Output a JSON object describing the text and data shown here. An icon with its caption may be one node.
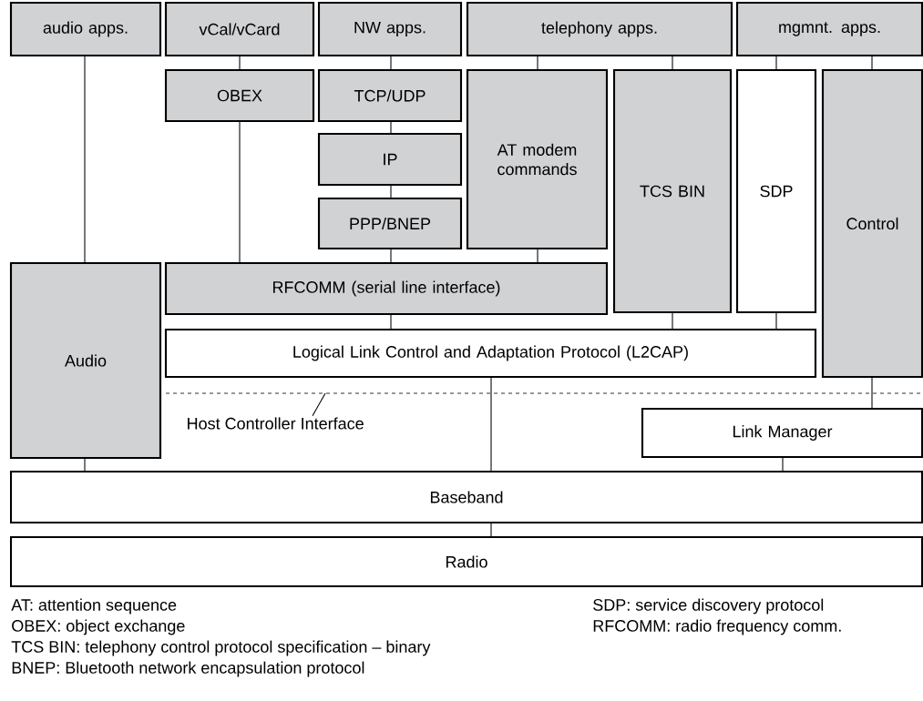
{
  "diagram": {
    "nodes": [
      {
        "text": [
          "audio apps."
        ]
      },
      {
        "text": [
          "vCal/vCard"
        ]
      },
      {
        "text": [
          "NW apps."
        ]
      },
      {
        "text": [
          "telephony apps."
        ]
      },
      {
        "text": [
          "mgmnt. apps."
        ]
      },
      {
        "text": [
          "OBEX"
        ]
      },
      {
        "text": [
          "TCP/UDP"
        ]
      },
      {
        "text": [
          "AT modem commands"
        ]
      },
      {
        "text": [
          "TCS BIN"
        ]
      },
      {
        "text": [
          "SDP"
        ]
      },
      {
        "text": [
          "Control"
        ]
      },
      {
        "text": [
          "IP"
        ]
      },
      {
        "text": [
          "PPP/BNEP"
        ]
      },
      {
        "text": [
          "Audio"
        ]
      },
      {
        "text": [
          "RFCOMM (serial line interface)"
        ]
      },
      {
        "text": [
          "Logical Link Control and Adaptation Protocol (L2CAP)"
        ]
      },
      {
        "text": [
          "Host Controller Interface"
        ]
      },
      {
        "text": [
          "Link Manager"
        ]
      },
      {
        "text": [
          "Baseband"
        ]
      },
      {
        "text": [
          "Radio"
        ]
      }
    ],
    "edges": [
      {
        "from": 0,
        "to": 13,
        "arrow": "none"
      },
      {
        "from": 1,
        "to": 5,
        "arrow": "none"
      },
      {
        "from": 2,
        "to": 6,
        "arrow": "none"
      },
      {
        "from": 3,
        "to": 7,
        "arrow": "none"
      },
      {
        "from": 3,
        "to": 8,
        "arrow": "none"
      },
      {
        "from": 4,
        "to": 9,
        "arrow": "none"
      },
      {
        "from": 4,
        "to": 10,
        "arrow": "none"
      },
      {
        "from": 5,
        "to": 14,
        "arrow": "none"
      },
      {
        "from": 6,
        "to": 11,
        "arrow": "none"
      },
      {
        "from": 11,
        "to": 12,
        "arrow": "none"
      },
      {
        "from": 12,
        "to": 14,
        "arrow": "none"
      },
      {
        "from": 7,
        "to": 14,
        "arrow": "none"
      },
      {
        "from": 14,
        "to": 15,
        "arrow": "none"
      },
      {
        "from": 8,
        "to": 15,
        "arrow": "none"
      },
      {
        "from": 9,
        "to": 15,
        "arrow": "none"
      },
      {
        "from": 15,
        "to": 18,
        "arrow": "none"
      },
      {
        "from": 10,
        "to": 17,
        "arrow": "none"
      },
      {
        "from": 13,
        "to": 18,
        "arrow": "none"
      },
      {
        "from": 17,
        "to": 18,
        "arrow": "none"
      },
      {
        "from": 18,
        "to": 19,
        "arrow": "none"
      },
      {
        "from": 16,
        "to": null,
        "arrow": "none"
      }
    ],
    "labels": [
      "AT: attention sequence",
      "SDP: service discovery protocol",
      "OBEX: object exchange",
      "RFCOMM: radio frequency comm.",
      "TCS BIN: telephony control protocol specification – binary",
      "BNEP: Bluetooth network encapsulation protocol"
    ]
  }
}
